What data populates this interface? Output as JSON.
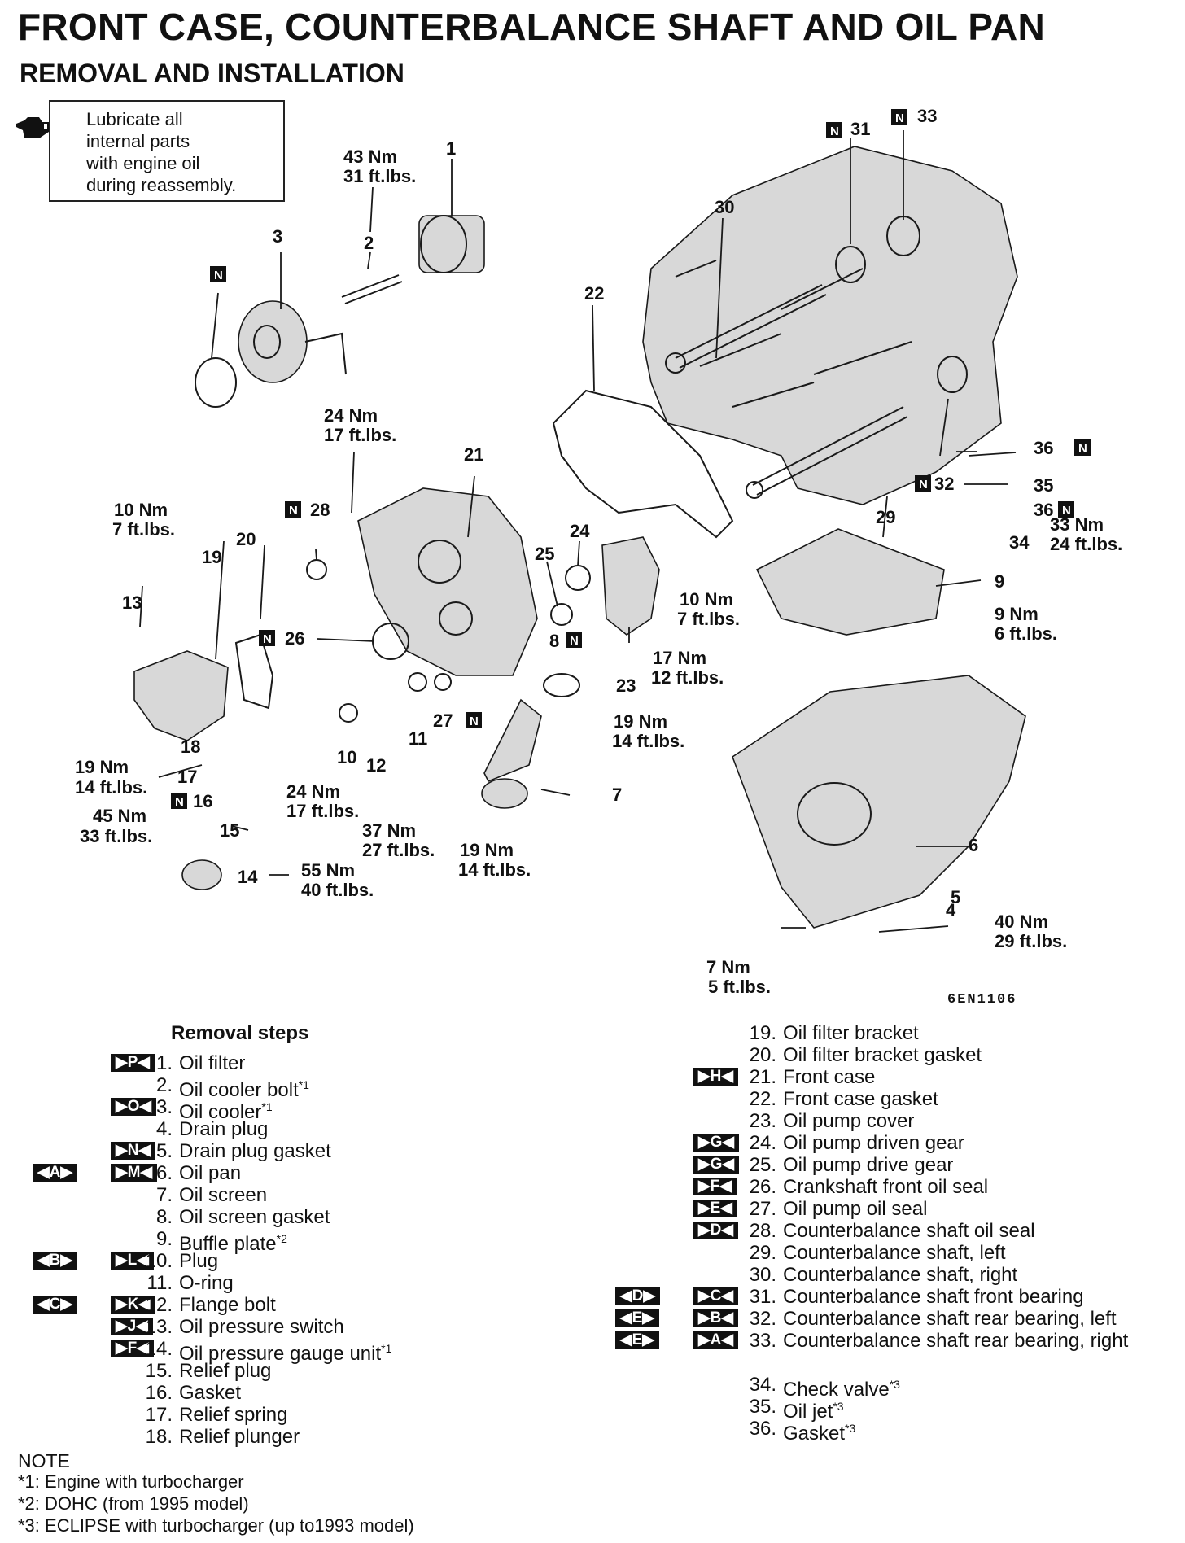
{
  "title": "FRONT CASE, COUNTERBALANCE SHAFT AND OIL PAN",
  "subtitle": "REMOVAL AND INSTALLATION",
  "lube_note": "Lubricate all\ninternal parts\nwith engine oil\nduring reassembly.",
  "diagram_code": "6EN1106",
  "new_part_mark": "N",
  "callouts": {
    "n1": "1",
    "n2": "2",
    "n3": "3",
    "n4": "4",
    "n5": "5",
    "n6": "6",
    "n7": "7",
    "n8": "8",
    "n9": "9",
    "n10": "10",
    "n11": "11",
    "n12": "12",
    "n13": "13",
    "n14": "14",
    "n15": "15",
    "n16": "16",
    "n17": "17",
    "n18": "18",
    "n19": "19",
    "n20": "20",
    "n21": "21",
    "n22": "22",
    "n23": "23",
    "n24": "24",
    "n25": "25",
    "n26": "26",
    "n27": "27",
    "n28": "28",
    "n29": "29",
    "n30": "30",
    "n31": "31",
    "n32": "32",
    "n33": "33",
    "n34": "34",
    "n35": "35",
    "n36a": "36",
    "n36b": "36"
  },
  "torques": {
    "t_oil_cooler_bolt": [
      "43 Nm",
      "31 ft.lbs."
    ],
    "t_front_case_bolt_top": [
      "24 Nm",
      "17 ft.lbs."
    ],
    "t_switch": [
      "10 Nm",
      "7 ft.lbs."
    ],
    "t_bracket": [
      "19 Nm",
      "14 ft.lbs."
    ],
    "t_relief": [
      "45 Nm",
      "33 ft.lbs."
    ],
    "t_flange_24": [
      "24 Nm",
      "17 ft.lbs."
    ],
    "t_flange_37": [
      "37 Nm",
      "27 ft.lbs."
    ],
    "t_gauge": [
      "55 Nm",
      "40 ft.lbs."
    ],
    "t_screen_bolt": [
      "19 Nm",
      "14 ft.lbs."
    ],
    "t_screen_nut": [
      "19 Nm",
      "14 ft.lbs."
    ],
    "t_pump_cover_10": [
      "10 Nm",
      "7 ft.lbs."
    ],
    "t_pump_cover_17": [
      "17 Nm",
      "12 ft.lbs."
    ],
    "t_baffle": [
      "9 Nm",
      "6 ft.lbs."
    ],
    "t_check_valve": [
      "33 Nm",
      "24 ft.lbs."
    ],
    "t_pan_bolt": [
      "7 Nm",
      "5 ft.lbs."
    ],
    "t_drain": [
      "40 Nm",
      "29 ft.lbs."
    ]
  },
  "removal_steps_heading": "Removal steps",
  "steps": [
    {
      "tagL": "",
      "tagR": "▶P◀",
      "num": "1.",
      "text": "Oil filter",
      "sup": ""
    },
    {
      "tagL": "",
      "tagR": "",
      "num": "2.",
      "text": "Oil cooler bolt",
      "sup": "*1"
    },
    {
      "tagL": "",
      "tagR": "▶O◀",
      "num": "3.",
      "text": "Oil cooler",
      "sup": "*1"
    },
    {
      "tagL": "",
      "tagR": "",
      "num": "4.",
      "text": "Drain plug",
      "sup": ""
    },
    {
      "tagL": "",
      "tagR": "▶N◀",
      "num": "5.",
      "text": "Drain plug gasket",
      "sup": ""
    },
    {
      "tagL": "◀A▶",
      "tagR": "▶M◀",
      "num": "6.",
      "text": "Oil pan",
      "sup": ""
    },
    {
      "tagL": "",
      "tagR": "",
      "num": "7.",
      "text": "Oil screen",
      "sup": ""
    },
    {
      "tagL": "",
      "tagR": "",
      "num": "8.",
      "text": "Oil screen gasket",
      "sup": ""
    },
    {
      "tagL": "",
      "tagR": "",
      "num": "9.",
      "text": "Buffle plate",
      "sup": "*2"
    },
    {
      "tagL": "◀B▶",
      "tagR": "▶L◀",
      "num": "10.",
      "text": "Plug",
      "sup": ""
    },
    {
      "tagL": "",
      "tagR": "",
      "num": "11.",
      "text": "O-ring",
      "sup": ""
    },
    {
      "tagL": "◀C▶",
      "tagR": "▶K◀",
      "num": "12.",
      "text": "Flange bolt",
      "sup": ""
    },
    {
      "tagL": "",
      "tagR": "▶J◀",
      "num": "13.",
      "text": "Oil pressure switch",
      "sup": ""
    },
    {
      "tagL": "",
      "tagR": "▶F◀",
      "num": "14.",
      "text": "Oil pressure gauge unit",
      "sup": "*1"
    },
    {
      "tagL": "",
      "tagR": "",
      "num": "15.",
      "text": "Relief plug",
      "sup": ""
    },
    {
      "tagL": "",
      "tagR": "",
      "num": "16.",
      "text": "Gasket",
      "sup": ""
    },
    {
      "tagL": "",
      "tagR": "",
      "num": "17.",
      "text": "Relief spring",
      "sup": ""
    },
    {
      "tagL": "",
      "tagR": "",
      "num": "18.",
      "text": "Relief plunger",
      "sup": ""
    },
    {
      "tagL": "",
      "tagR": "",
      "num": "19.",
      "text": "Oil filter bracket",
      "sup": ""
    },
    {
      "tagL": "",
      "tagR": "",
      "num": "20.",
      "text": "Oil filter bracket gasket",
      "sup": ""
    },
    {
      "tagL": "",
      "tagR": "▶H◀",
      "num": "21.",
      "text": "Front case",
      "sup": ""
    },
    {
      "tagL": "",
      "tagR": "",
      "num": "22.",
      "text": "Front case gasket",
      "sup": ""
    },
    {
      "tagL": "",
      "tagR": "",
      "num": "23.",
      "text": "Oil pump cover",
      "sup": ""
    },
    {
      "tagL": "",
      "tagR": "▶G◀",
      "num": "24.",
      "text": "Oil pump driven gear",
      "sup": ""
    },
    {
      "tagL": "",
      "tagR": "▶G◀",
      "num": "25.",
      "text": "Oil pump drive gear",
      "sup": ""
    },
    {
      "tagL": "",
      "tagR": "▶F◀",
      "num": "26.",
      "text": "Crankshaft front oil seal",
      "sup": ""
    },
    {
      "tagL": "",
      "tagR": "▶E◀",
      "num": "27.",
      "text": "Oil pump oil seal",
      "sup": ""
    },
    {
      "tagL": "",
      "tagR": "▶D◀",
      "num": "28.",
      "text": "Counterbalance shaft oil seal",
      "sup": ""
    },
    {
      "tagL": "",
      "tagR": "",
      "num": "29.",
      "text": "Counterbalance shaft, left",
      "sup": ""
    },
    {
      "tagL": "",
      "tagR": "",
      "num": "30.",
      "text": "Counterbalance shaft, right",
      "sup": ""
    },
    {
      "tagL": "◀D▶",
      "tagR": "▶C◀",
      "num": "31.",
      "text": "Counterbalance shaft front bearing",
      "sup": ""
    },
    {
      "tagL": "◀E▶",
      "tagR": "▶B◀",
      "num": "32.",
      "text": "Counterbalance shaft rear bearing, left",
      "sup": ""
    },
    {
      "tagL": "◀E▶",
      "tagR": "▶A◀",
      "num": "33.",
      "text": "Counterbalance shaft rear bearing, right",
      "sup": ""
    },
    {
      "tagL": "",
      "tagR": "",
      "num": "34.",
      "text": "Check valve",
      "sup": "*3"
    },
    {
      "tagL": "",
      "tagR": "",
      "num": "35.",
      "text": "Oil jet",
      "sup": "*3"
    },
    {
      "tagL": "",
      "tagR": "",
      "num": "36.",
      "text": "Gasket",
      "sup": "*3"
    }
  ],
  "note_heading": "NOTE",
  "notes": [
    {
      "mark": "*1",
      "text": ": Engine with turbocharger"
    },
    {
      "mark": "*2",
      "text": ": DOHC (from 1995 model)"
    },
    {
      "mark": "*3",
      "text": ": ECLIPSE with turbocharger (up to1993 model)"
    }
  ]
}
